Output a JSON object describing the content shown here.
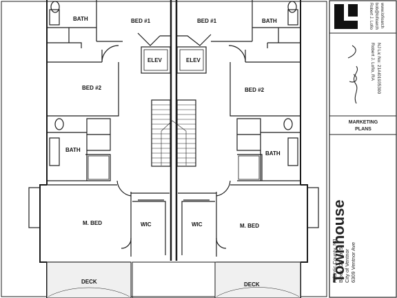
{
  "floor_plan": {
    "rooms": {
      "left_bath_top": "BATH",
      "left_bed1": "BED #1",
      "right_bed1": "BED #1",
      "right_bath_top": "BATH",
      "left_elev": "ELEV",
      "right_elev": "ELEV",
      "left_bed2": "BED #2",
      "right_bed2": "BED #2",
      "left_bath_mid": "BATH",
      "right_bath_mid": "BATH",
      "left_mbed": "M. BED",
      "left_wic": "WIC",
      "right_wic": "WIC",
      "right_mbed": "M. BED",
      "left_deck": "DECK",
      "right_deck": "DECK"
    }
  },
  "title_block": {
    "architect_name": "Robert J. Lofio, RA",
    "license": "NJ Lic No: 21AI01935300",
    "firm_contact_1": "Robert J. Lofio",
    "firm_contact_2": "bob@lofioarch",
    "firm_web": "www.lofioarch",
    "plan_type_line1": "MARKETING",
    "plan_type_line2": "PLANS",
    "project_title": "Townhouse",
    "address": "6309 Ventnor Ave",
    "city": "City of Ventnor",
    "block_lot": "Block 120  Lot 5",
    "county": "Atlantic County, NJ"
  }
}
